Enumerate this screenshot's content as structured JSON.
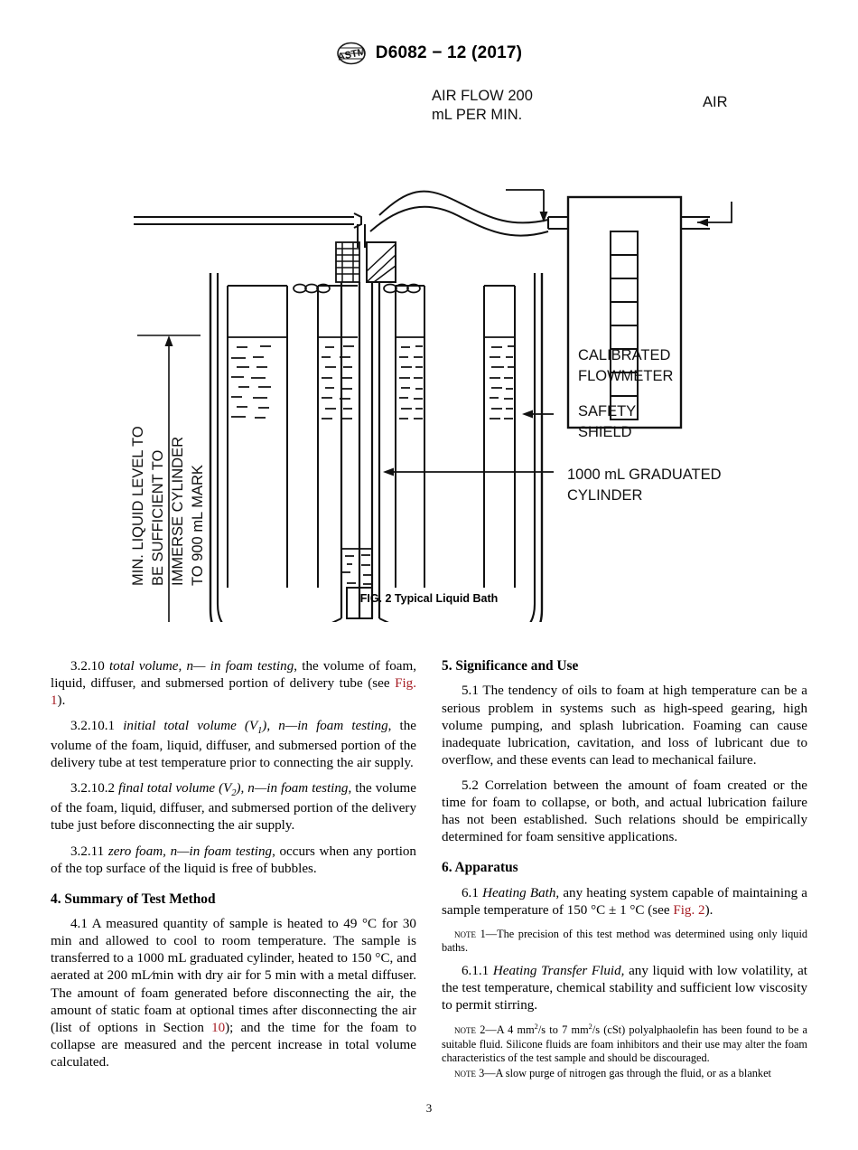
{
  "header": {
    "logo_icon": "astm-logo-icon",
    "designation": "D6082 − 12 (2017)"
  },
  "figure": {
    "caption": "FIG. 2  Typical Liquid Bath",
    "labels": {
      "air_flow_line1": "AIR FLOW 200",
      "air_flow_line2": "mL PER MIN.",
      "air": "AIR",
      "flowmeter_line1": "CALIBRATED",
      "flowmeter_line2": "FLOWMETER",
      "shield_line1": "SAFETY",
      "shield_line2": "SHIELD",
      "cylinder_line1": "1000 mL GRADUATED",
      "cylinder_line2": "CYLINDER",
      "dim_line1": "MIN. LIQUID LEVEL TO",
      "dim_line2": "BE SUFFICIENT TO",
      "dim_line3": "IMMERSE CYLINDER",
      "dim_line4": "TO 900 mL MARK"
    }
  },
  "left_column": {
    "p_3_2_10": {
      "num": "3.2.10",
      "term": "total volume, n— in foam testing",
      "text_a": ", the volume of foam, liquid, diffuser, and submersed portion of delivery tube (see ",
      "xref": "Fig. 1",
      "text_b": ")."
    },
    "p_3_2_10_1": {
      "num": "3.2.10.1",
      "term_a": "initial total volume (V",
      "term_sub": "1",
      "term_b": "), n—in foam testing",
      "text": ", the volume of the foam, liquid, diffuser, and submersed portion of the delivery tube at test temperature prior to connecting the air supply."
    },
    "p_3_2_10_2": {
      "num": "3.2.10.2",
      "term_a": "final total volume (V",
      "term_sub": "2",
      "term_b": "), n—in foam testing",
      "text": ", the volume of the foam, liquid, diffuser, and submersed portion of the delivery tube just before disconnecting the air supply."
    },
    "p_3_2_11": {
      "num": "3.2.11",
      "term": "zero foam, n—in foam testing",
      "text": ", occurs when any portion of the top surface of the liquid is free of bubbles."
    },
    "head_4": "4.  Summary of Test Method",
    "p_4_1": {
      "num": "4.1",
      "text_a": "A measured quantity of sample is heated to 49 °C for 30 min and allowed to cool to room temperature. The sample is transferred to a 1000 mL graduated cylinder, heated to 150 °C, and aerated at 200 mL⁄min with dry air for 5 min with a metal diffuser. The amount of foam generated before disconnecting the air, the amount of static foam at optional times after disconnecting the air (list of options in Section ",
      "xref": "10",
      "text_b": "); and the time for the foam to collapse are measured and the percent increase in total volume calculated."
    }
  },
  "right_column": {
    "head_5": "5.  Significance and Use",
    "p_5_1": {
      "num": "5.1",
      "text": "The tendency of oils to foam at high temperature can be a serious problem in systems such as high-speed gearing, high volume pumping, and splash lubrication. Foaming can cause inadequate lubrication, cavitation, and loss of lubricant due to overflow, and these events can lead to mechanical failure."
    },
    "p_5_2": {
      "num": "5.2",
      "text": "Correlation between the amount of foam created or the time for foam to collapse, or both, and actual lubrication failure has not been established. Such relations should be empirically determined for foam sensitive applications."
    },
    "head_6": "6.  Apparatus",
    "p_6_1": {
      "num": "6.1",
      "term": "Heating Bath,",
      "text_a": " any heating system capable of maintaining a sample temperature of 150 °C ± 1 °C (see ",
      "xref": "Fig. 2",
      "text_b": ")."
    },
    "note_1": {
      "label": "Note 1",
      "text": "—The precision of this test method was determined using only liquid baths."
    },
    "p_6_1_1": {
      "num": "6.1.1",
      "term": "Heating Transfer Fluid,",
      "text": " any liquid with low volatility, at the test temperature, chemical stability and sufficient low viscosity to permit stirring."
    },
    "note_2": {
      "label": "Note 2",
      "text_a": "—A 4 mm",
      "sup_a": "2",
      "text_b": "/s to 7 mm",
      "sup_b": "2",
      "text_c": "/s (cSt) polyalphaolefin has been found to be a suitable fluid. Silicone fluids are foam inhibitors and their use may alter the foam characteristics of the test sample and should be discouraged."
    },
    "note_3": {
      "label": "Note 3",
      "text": "—A slow purge of nitrogen gas through the fluid, or as a blanket"
    }
  },
  "page_number": "3"
}
